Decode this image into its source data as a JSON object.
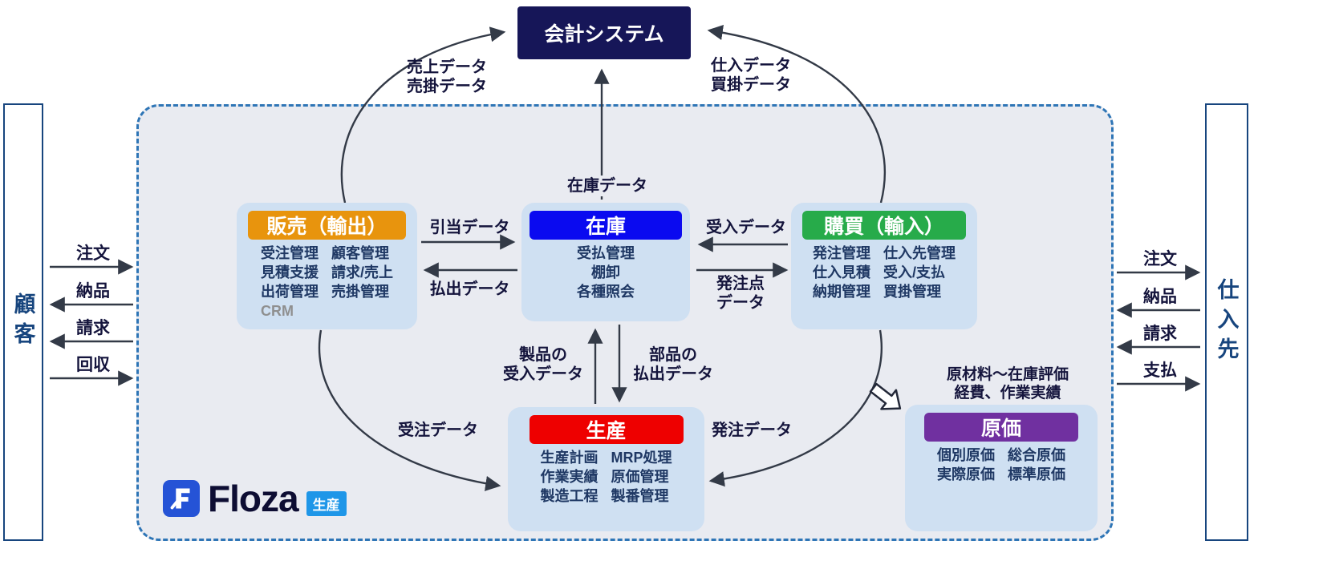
{
  "accounting": {
    "title": "会計システム"
  },
  "brand": {
    "name": "Floza",
    "badge": "生産"
  },
  "customer": {
    "title": "顧客",
    "flow1": "注文",
    "flow2": "納品",
    "flow3": "請求",
    "flow4": "回収"
  },
  "supplier": {
    "title": "仕入先",
    "flow1": "注文",
    "flow2": "納品",
    "flow3": "請求",
    "flow4": "支払"
  },
  "modules": {
    "sales": {
      "title": "販売（輸出）",
      "color": "#e8940d",
      "col1": [
        "受注管理",
        "見積支援",
        "出荷管理",
        "CRM"
      ],
      "col2": [
        "顧客管理",
        "請求/売上",
        "売掛管理"
      ]
    },
    "inventory": {
      "title": "在庫",
      "color": "#0a0af0",
      "items": [
        "受払管理",
        "棚卸",
        "各種照会"
      ]
    },
    "purchase": {
      "title": "購買（輸入）",
      "color": "#27ab4a",
      "col1": [
        "発注管理",
        "仕入見積",
        "納期管理"
      ],
      "col2": [
        "仕入先管理",
        "受入/支払",
        "買掛管理"
      ]
    },
    "production": {
      "title": "生産",
      "color": "#ee0000",
      "col1": [
        "生産計画",
        "作業実績",
        "製造工程"
      ],
      "col2": [
        "MRP処理",
        "原価管理",
        "製番管理"
      ]
    },
    "cost": {
      "title": "原価",
      "color": "#7030a0",
      "col1": [
        "個別原価",
        "実際原価"
      ],
      "col2": [
        "総合原価",
        "標準原価"
      ]
    }
  },
  "labels": {
    "sales_acct": "売上データ\n売掛データ",
    "purchase_acct": "仕入データ\n買掛データ",
    "inv_acct": "在庫データ",
    "allocation": "引当データ",
    "issue": "払出データ",
    "receipt": "受入データ",
    "orderpoint": "発注点\nデータ",
    "product_in": "製品の\n受入データ",
    "parts_out": "部品の\n払出データ",
    "sales_order": "受注データ",
    "purchase_order": "発注データ",
    "cost_note": "原材料～在庫評価\n経費、作業実績"
  },
  "theme": {
    "dashed_border": "#2e75b6",
    "panel_bg": "#e9ebf1",
    "module_bg": "#cfe0f2",
    "arrow": "#333a47",
    "accounting_bg": "#161658",
    "side_text": "#17457e",
    "label_text": "#14143c",
    "item_text": "#1f3864",
    "badge_color": "#1e96e8",
    "logo_icon_color": "#2553d6"
  }
}
